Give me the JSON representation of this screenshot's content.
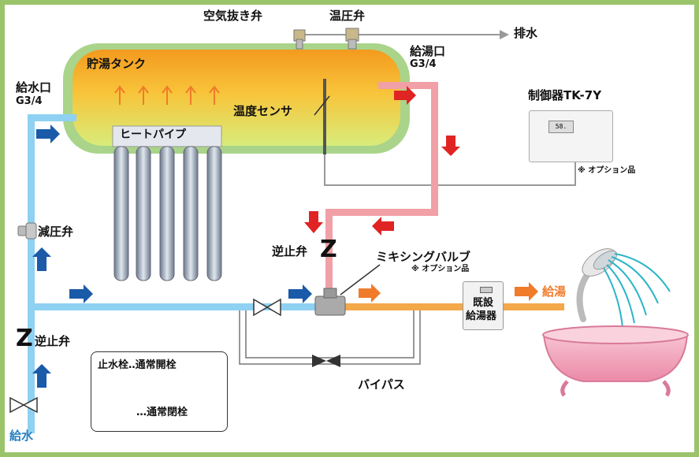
{
  "labels": {
    "air_vent": "空気抜き弁",
    "pt_valve": "温圧弁",
    "drain": "排水",
    "tank": "貯湯タンク",
    "hot_outlet_name": "給湯口",
    "hot_outlet_size": "G3/4",
    "cold_inlet_name": "給水口",
    "cold_inlet_size": "G3/4",
    "temp_sensor": "温度センサ",
    "heat_pipe": "ヒートパイプ",
    "controller": "制御器TK-7Y",
    "controller_display": "58.",
    "option_item": "※ オプション品",
    "reducing_valve": "減圧弁",
    "check_valve_right": "逆止弁",
    "check_valve_left": "逆止弁",
    "check_glyph": "Z",
    "mixing_valve": "ミキシングバルブ",
    "mixing_option": "※ オプション品",
    "existing_heater_line1": "既設",
    "existing_heater_line2": "給湯器",
    "hot_supply": "給湯",
    "bypass": "バイパス",
    "water_supply": "給水"
  },
  "legend": {
    "title": "止水栓‥通常開栓",
    "closed": "…通常閉栓"
  },
  "colors": {
    "cold": "#8fd1f2",
    "hot": "#f0a0a6",
    "mixed": "#f3a84a",
    "arrow_blue": "#1a5aa8",
    "arrow_red": "#e02424",
    "arrow_orange": "#ef7b2b",
    "frame": "#9bc46a",
    "tank_shell": "#a9d48a"
  }
}
